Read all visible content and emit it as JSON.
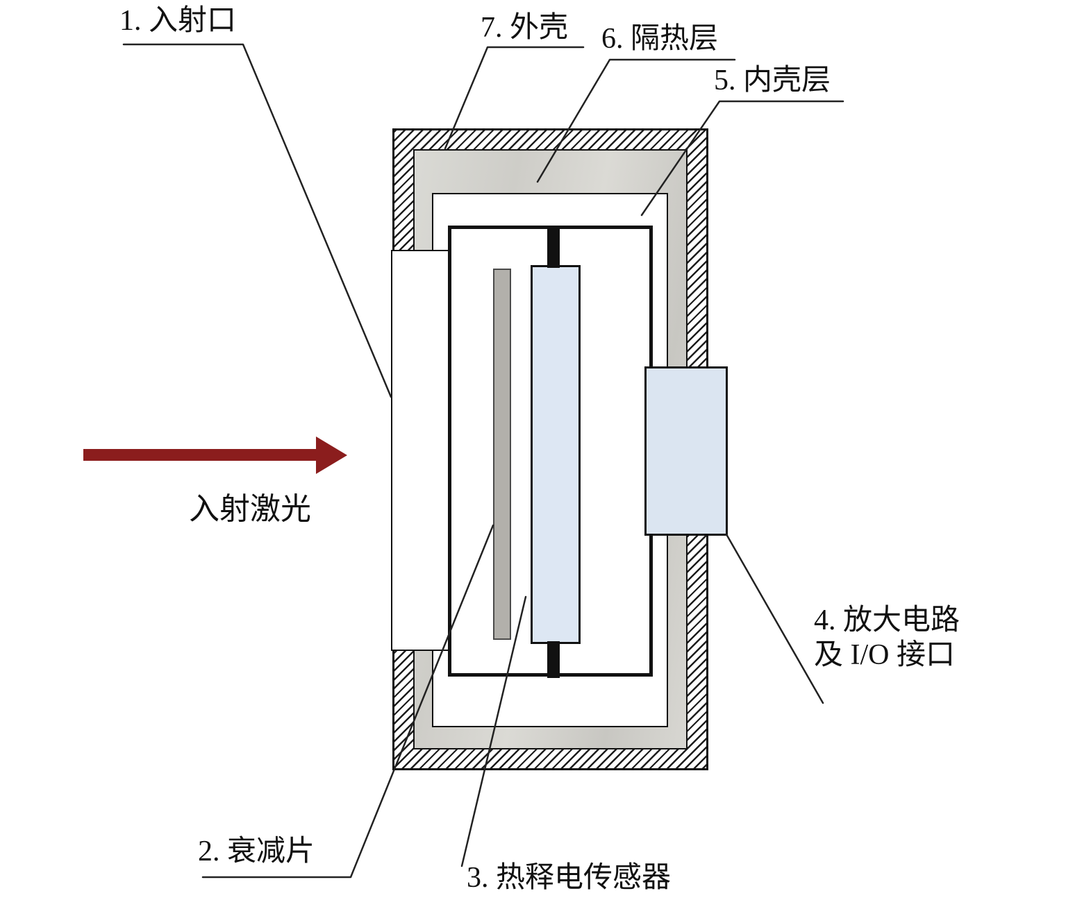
{
  "labels": {
    "incident_port": "1. 入射口",
    "attenuator": "2. 衰减片",
    "pyro_sensor": "3. 热释电传感器",
    "amplifier_line1": "4. 放大电路",
    "amplifier_line2": "及 I/O 接口",
    "inner_shell": "5. 内壳层",
    "insulation": "6. 隔热层",
    "outer_shell": "7. 外壳",
    "laser_caption": "入射激光"
  },
  "colors": {
    "laser_arrow": "#8b1d1d",
    "sensor_plate_fill": "#dde7f3",
    "attenuator_plate_fill": "#b2b0ab",
    "amplifier_box_fill": "#dbe5f1",
    "outline": "#111111"
  }
}
